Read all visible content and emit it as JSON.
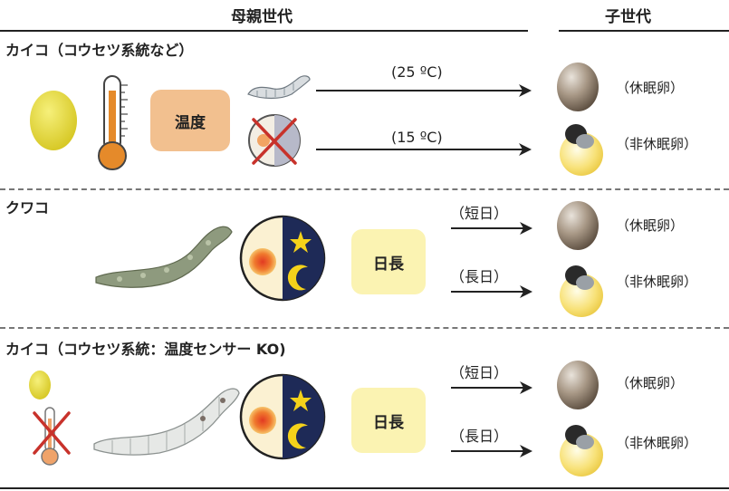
{
  "header": {
    "parent_generation": "母親世代",
    "child_generation": "子世代"
  },
  "rows": [
    {
      "title": "カイコ（コウセツ系統など）",
      "box_label": "温度",
      "arrows": [
        {
          "label": "(25 ºC)",
          "result": "（休眠卵）"
        },
        {
          "label": "(15 ºC)",
          "result": "（非休眠卵）"
        }
      ]
    },
    {
      "title": "クワコ",
      "box_label": "日長",
      "arrows": [
        {
          "label": "（短日）",
          "result": "（休眠卵）"
        },
        {
          "label": "（長日）",
          "result": "（非休眠卵）"
        }
      ]
    },
    {
      "title": "カイコ（コウセツ系統：温度センサー KO)",
      "box_label": "日長",
      "arrows": [
        {
          "label": "（短日）",
          "result": "（休眠卵）"
        },
        {
          "label": "（長日）",
          "result": "（非休眠卵）"
        }
      ]
    }
  ],
  "colors": {
    "temp_box": "#F2C08F",
    "daylength_box": "#FBF3B2",
    "dormant_egg": "#8E7F6E",
    "nondormant_egg": "#F6DB6A",
    "night": "#1E2A57",
    "moon_star": "#F5D21A",
    "sun": "#E8452C",
    "cross": "#C8322B"
  },
  "icons": [
    "cocoon-icon",
    "thermometer-icon",
    "silkworm-icon",
    "sun-moon-icon",
    "dormant-egg-icon",
    "hatching-egg-icon",
    "cross-icon"
  ]
}
